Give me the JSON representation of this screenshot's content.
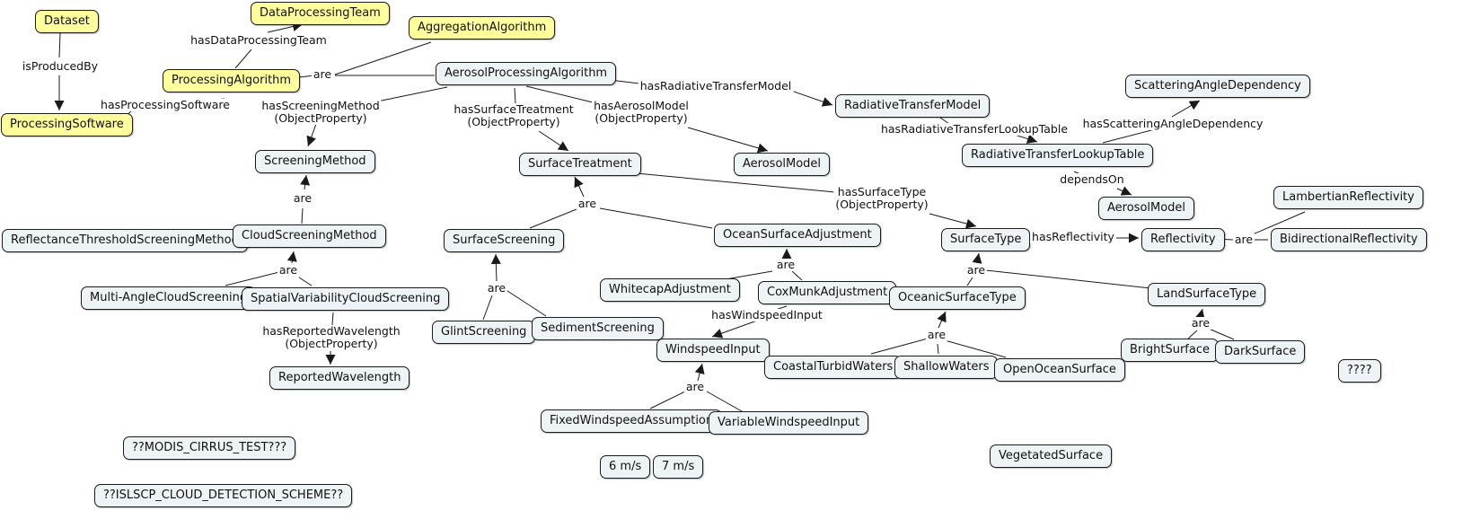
{
  "colors": {
    "node_fill": "#eef3f5",
    "highlight_fill": "#ffff9c",
    "border": "#1a1a1a",
    "line": "#1a1a1a"
  },
  "nodes": {
    "dataset": "Dataset",
    "data_processing_team": "DataProcessingTeam",
    "aggregation_algorithm": "AggregationAlgorithm",
    "processing_algorithm": "ProcessingAlgorithm",
    "aerosol_processing_algorithm": "AerosolProcessingAlgorithm",
    "processing_software": "ProcessingSoftware",
    "scattering_angle_dependency": "ScatteringAngleDependency",
    "radiative_transfer_model": "RadiativeTransferModel",
    "screening_method": "ScreeningMethod",
    "surface_treatment": "SurfaceTreatment",
    "aerosol_model_1": "AerosolModel",
    "rt_lookup_table": "RadiativeTransferLookupTable",
    "aerosol_model_2": "AerosolModel",
    "lambertian_reflectivity": "LambertianReflectivity",
    "reflectance_threshold": "ReflectanceThresholdScreeningMethod",
    "cloud_screening_method": "CloudScreeningMethod",
    "surface_screening": "SurfaceScreening",
    "ocean_surface_adjustment": "OceanSurfaceAdjustment",
    "surface_type": "SurfaceType",
    "reflectivity": "Reflectivity",
    "bidirectional_reflectivity": "BidirectionalReflectivity",
    "multi_angle_cloud": "Multi-AngleCloudScreening",
    "spatial_variability_cloud": "SpatialVariabilityCloudScreening",
    "whitecap_adjustment": "WhitecapAdjustment",
    "coxmunk_adjustment": "CoxMunkAdjustment",
    "oceanic_surface_type": "OceanicSurfaceType",
    "land_surface_type": "LandSurfaceType",
    "glint_screening": "GlintScreening",
    "sediment_screening": "SedimentScreening",
    "windspeed_input": "WindspeedInput",
    "bright_surface": "BrightSurface",
    "dark_surface": "DarkSurface",
    "coastal_turbid_waters": "CoastalTurbidWaters",
    "shallow_waters": "ShallowWaters",
    "open_ocean_surface": "OpenOceanSurface",
    "unknown": "????",
    "reported_wavelength": "ReportedWavelength",
    "fixed_windspeed": "FixedWindspeedAssumption",
    "variable_windspeed": "VariableWindspeedInput",
    "modis_cirrus": "??MODIS_CIRRUS_TEST???",
    "vegetated_surface": "VegetatedSurface",
    "six_ms": "6 m/s",
    "seven_ms": "7 m/s",
    "islscp": "??ISLSCP_CLOUD_DETECTION_SCHEME??"
  },
  "labels": {
    "is_produced_by": "isProducedBy",
    "has_data_processing_team": "hasDataProcessingTeam",
    "are_algorithm": "are",
    "has_processing_software": "hasProcessingSoftware",
    "has_radiative_transfer_model": "hasRadiativeTransferModel",
    "has_screening_method": "hasScreeningMethod\n(ObjectProperty)",
    "has_surface_treatment": "hasSurfaceTreatment\n(ObjectProperty)",
    "has_aerosol_model": "hasAerosolModel\n(ObjectProperty)",
    "has_scattering_angle_dependency": "hasScatteringAngleDependency",
    "has_rt_lookup_table": "hasRadiativeTransferLookupTable",
    "depends_on": "dependsOn",
    "are_screening": "are",
    "are_surface_treatment": "are",
    "has_surface_type": "hasSurfaceType\n(ObjectProperty)",
    "has_reflectivity": "hasReflectivity",
    "are_reflectivity": "are",
    "are_cloud": "are",
    "are_ocean_adjustment": "are",
    "are_surface_type": "are",
    "are_surface_screening": "are",
    "has_windspeed_input": "hasWindspeedInput",
    "are_land": "are",
    "are_oceanic": "are",
    "has_reported_wavelength": "hasReportedWavelength\n(ObjectProperty)",
    "are_windspeed": "are"
  }
}
